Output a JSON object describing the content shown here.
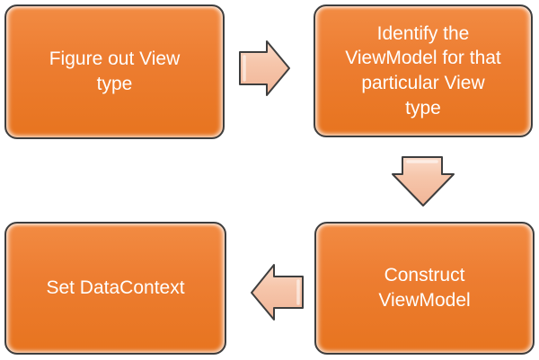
{
  "diagram": {
    "type": "flowchart",
    "background_color": "#FFFFFF",
    "node_fill_color": "#ED7D31",
    "node_border_color": "#3E3E3E",
    "node_text_color": "#FFFFFF",
    "arrow_fill_color": "#F5C5AE",
    "arrow_border_color": "#3E3E3E",
    "nodes": [
      {
        "id": "figure-out-view-type",
        "label": "Figure out View type",
        "lines": [
          "Figure out View",
          "type"
        ]
      },
      {
        "id": "identify-viewmodel",
        "label": "Identify the ViewModel for that particular View type",
        "lines": [
          "Identify the",
          "ViewModel for that",
          "particular View",
          "type"
        ]
      },
      {
        "id": "construct-viewmodel",
        "label": "Construct ViewModel",
        "lines": [
          "Construct",
          "ViewModel"
        ]
      },
      {
        "id": "set-datacontext",
        "label": "Set DataContext",
        "lines": [
          "Set DataContext"
        ]
      }
    ],
    "connectors": [
      {
        "from": "figure-out-view-type",
        "to": "identify-viewmodel",
        "direction": "right"
      },
      {
        "from": "identify-viewmodel",
        "to": "construct-viewmodel",
        "direction": "down"
      },
      {
        "from": "construct-viewmodel",
        "to": "set-datacontext",
        "direction": "left"
      }
    ]
  }
}
